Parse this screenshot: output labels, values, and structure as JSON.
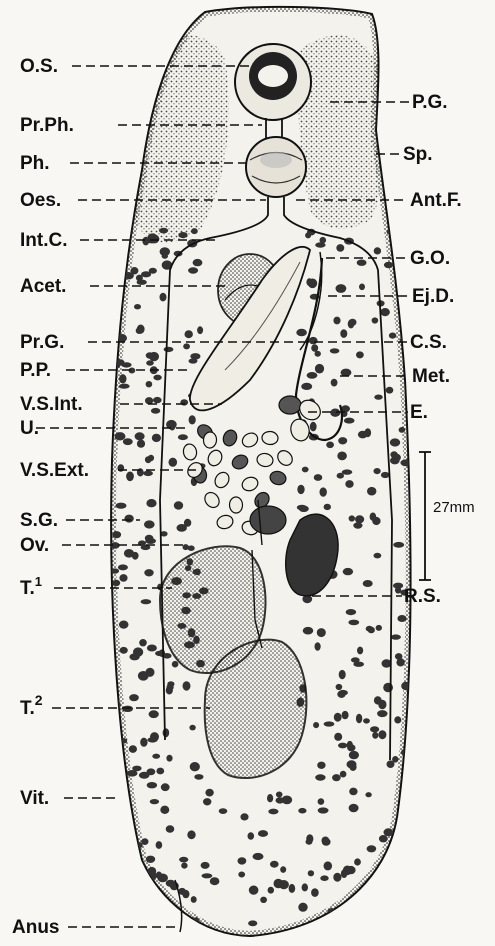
{
  "labels_left": [
    {
      "id": "os",
      "text": "O.S."
    },
    {
      "id": "prph",
      "text": "Pr.Ph."
    },
    {
      "id": "ph",
      "text": "Ph."
    },
    {
      "id": "oes",
      "text": "Oes."
    },
    {
      "id": "intc",
      "text": "Int.C."
    },
    {
      "id": "acet",
      "text": "Acet."
    },
    {
      "id": "prg",
      "text": "Pr.G."
    },
    {
      "id": "pp",
      "text": "P.P."
    },
    {
      "id": "vsint",
      "text": "V.S.Int."
    },
    {
      "id": "u",
      "text": "U."
    },
    {
      "id": "vsext",
      "text": "V.S.Ext."
    },
    {
      "id": "sg",
      "text": "S.G."
    },
    {
      "id": "ov",
      "text": "Ov."
    },
    {
      "id": "t1",
      "text": "T.",
      "sup": "1"
    },
    {
      "id": "t2",
      "text": "T.",
      "sup": "2"
    },
    {
      "id": "vit",
      "text": "Vit."
    },
    {
      "id": "anus",
      "text": "Anus"
    }
  ],
  "labels_right": [
    {
      "id": "pg",
      "text": "P.G."
    },
    {
      "id": "sp",
      "text": "Sp."
    },
    {
      "id": "antf",
      "text": "Ant.F."
    },
    {
      "id": "go",
      "text": "G.O."
    },
    {
      "id": "ejd",
      "text": "Ej.D."
    },
    {
      "id": "cs",
      "text": "C.S."
    },
    {
      "id": "met",
      "text": "Met."
    },
    {
      "id": "e",
      "text": "E."
    },
    {
      "id": "rs",
      "text": "R.S."
    }
  ],
  "scale": {
    "text": "27mm"
  },
  "colors": {
    "ink": "#111111",
    "paper": "#f8f7f3",
    "body_fill": "#f3f2ec",
    "stipple": "#2a2a2a"
  }
}
